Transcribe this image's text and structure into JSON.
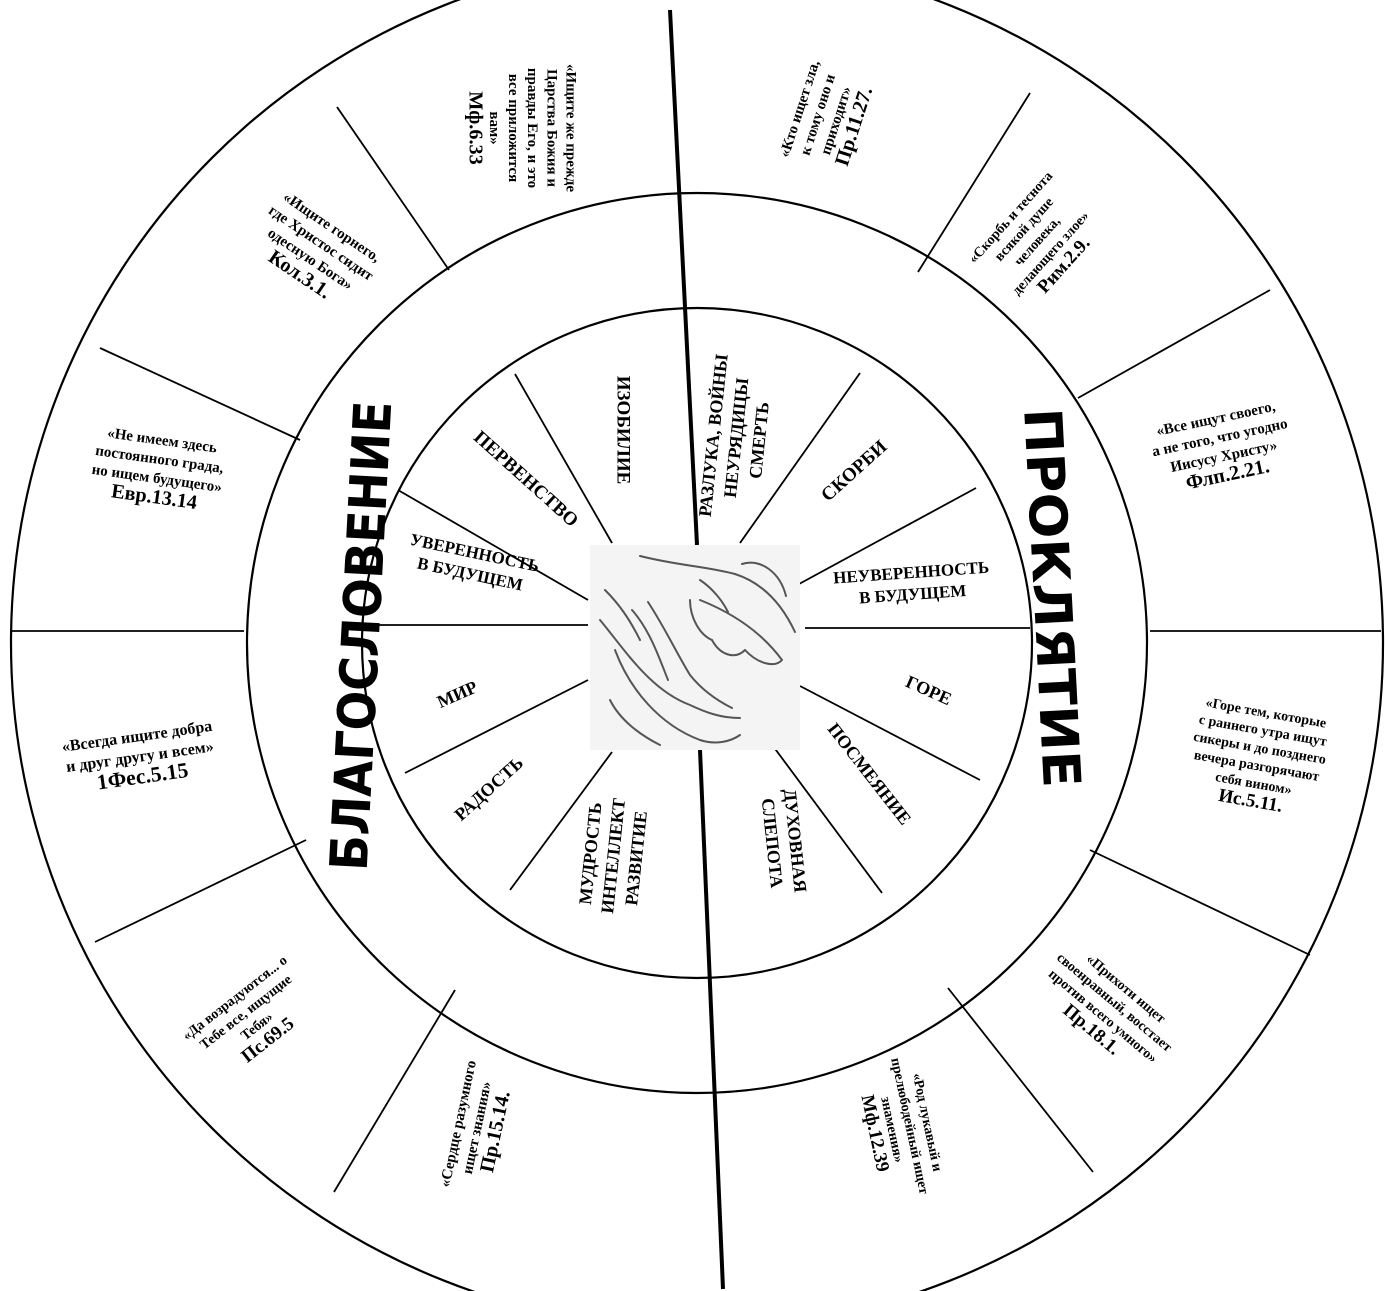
{
  "titles": {
    "left": "БЛАГОСЛОВЕНИЕ",
    "right": "ПРОКЛЯТИЕ"
  },
  "center_icon": "open-hands-icon",
  "inner_segments": [
    {
      "key": "izobilie",
      "lines": [
        "ИЗОБИЛИЕ"
      ]
    },
    {
      "key": "razluka",
      "lines": [
        "РАЗЛУКА, ВОЙНЫ",
        "НЕУРЯДИЦЫ",
        "СМЕРТЬ"
      ]
    },
    {
      "key": "skorbi",
      "lines": [
        "СКОРБИ"
      ]
    },
    {
      "key": "neuverennost",
      "lines": [
        "НЕУВЕРЕННОСТЬ",
        "В БУДУЩЕМ"
      ]
    },
    {
      "key": "gore",
      "lines": [
        "ГОРЕ"
      ]
    },
    {
      "key": "posmeyanie",
      "lines": [
        "ПОСМЕЯНИЕ"
      ]
    },
    {
      "key": "slepota",
      "lines": [
        "ДУХОВНАЯ",
        "СЛЕПОТА"
      ]
    },
    {
      "key": "mudrost",
      "lines": [
        "МУДРОСТЬ",
        "ИНТЕЛЛЕКТ",
        "РАЗВИТИЕ"
      ]
    },
    {
      "key": "radost",
      "lines": [
        "РАДОСТЬ"
      ]
    },
    {
      "key": "mir",
      "lines": [
        "МИР"
      ]
    },
    {
      "key": "uverennost",
      "lines": [
        "УВЕРЕННОСТЬ",
        "В БУДУЩЕМ"
      ]
    },
    {
      "key": "pervenstvo",
      "lines": [
        "ПЕРВЕНСТВО"
      ]
    }
  ],
  "outer_quotes": [
    {
      "key": "mf633",
      "lines": [
        "«Ищите же прежде",
        "Царства Божия и",
        "правды Его, и это",
        "все приложится",
        "вам»",
        "Мф.6.33"
      ]
    },
    {
      "key": "pr1127",
      "lines": [
        "«Кто ищет зла,",
        "к тому оно и",
        "приходит»",
        "Пр.11.27."
      ]
    },
    {
      "key": "rim29",
      "lines": [
        "«Скорбь и теснота",
        "всякой душе",
        "человека,",
        "делающего злое»",
        "Рим.2.9."
      ]
    },
    {
      "key": "flp221",
      "lines": [
        "«Все ищут своего,",
        "а не того, что угодно",
        "Иисусу Христу»",
        "Флп.2.21."
      ]
    },
    {
      "key": "is511",
      "lines": [
        "«Горе тем, которые",
        "с раннего утра ищут",
        "сикеры и до позднего",
        "вечера разгорячают",
        "себя вином»",
        "Ис.5.11."
      ]
    },
    {
      "key": "pr181",
      "lines": [
        "«Прихоти ищет",
        "своенравный, восстает",
        "против всего умного»",
        "Пр.18.1."
      ]
    },
    {
      "key": "mf1239",
      "lines": [
        "«Род лукавый и",
        "прелюбодейный ищет",
        "знамения»",
        "Мф.12.39"
      ]
    },
    {
      "key": "pr1514",
      "lines": [
        "«Сердце разумного",
        "ищет знания»",
        "Пр.15.14."
      ]
    },
    {
      "key": "ps695",
      "lines": [
        "«Да возрадуются... о",
        "Тебе все, ищущие",
        "Тебя»",
        "Пс.69.5"
      ]
    },
    {
      "key": "1fes515",
      "lines": [
        "«Всегда ищите добра",
        "и друг другу и всем»",
        "1Фес.5.15"
      ]
    },
    {
      "key": "evr1314",
      "lines": [
        "«Не имеем здесь",
        "постоянного града,",
        "но ищем будущего»",
        "Евр.13.14"
      ]
    },
    {
      "key": "kol31",
      "lines": [
        "«Ищите горнего,",
        "где Христос сидит",
        "одесную Бога»",
        "Кол.3.1."
      ]
    }
  ]
}
